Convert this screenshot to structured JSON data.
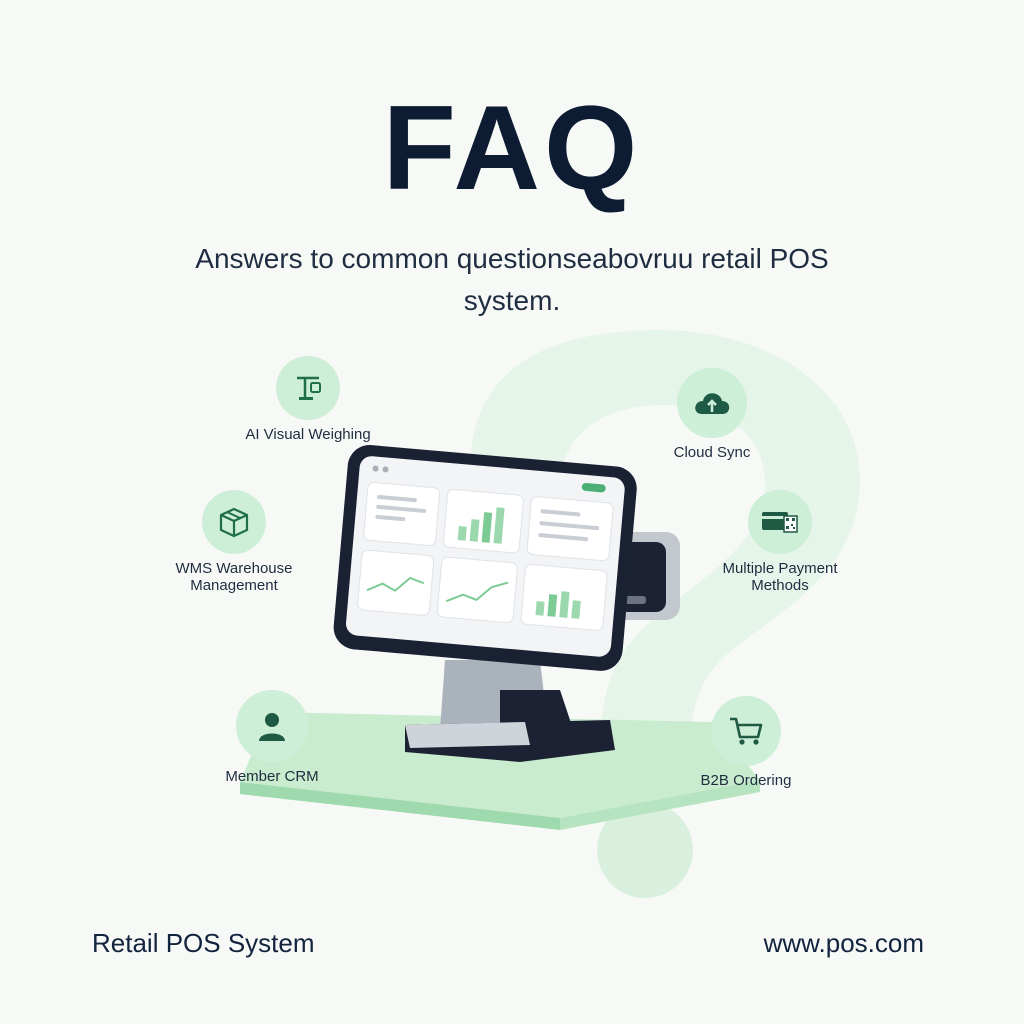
{
  "header": {
    "title": "FAQ",
    "subtitle": "Answers to common questionsеаbovruu retail POS system."
  },
  "features": [
    {
      "label": "AI Visual Weighing",
      "icon": "scale-icon"
    },
    {
      "label": "WMS Warehouse Management",
      "icon": "box-icon"
    },
    {
      "label": "Member CRM",
      "icon": "user-icon"
    },
    {
      "label": "Cloud Sync",
      "icon": "cloud-upload-icon"
    },
    {
      "label": "Multiple Payment Methods",
      "icon": "card-qr-icon"
    },
    {
      "label": "B2B Ordering",
      "icon": "cart-icon"
    }
  ],
  "footer": {
    "brand": "Retail POS System",
    "url": "www.pos.com"
  },
  "colors": {
    "accent_green": "#1f6f4a",
    "light_green": "#cdeed7",
    "navy": "#0d1b33"
  }
}
